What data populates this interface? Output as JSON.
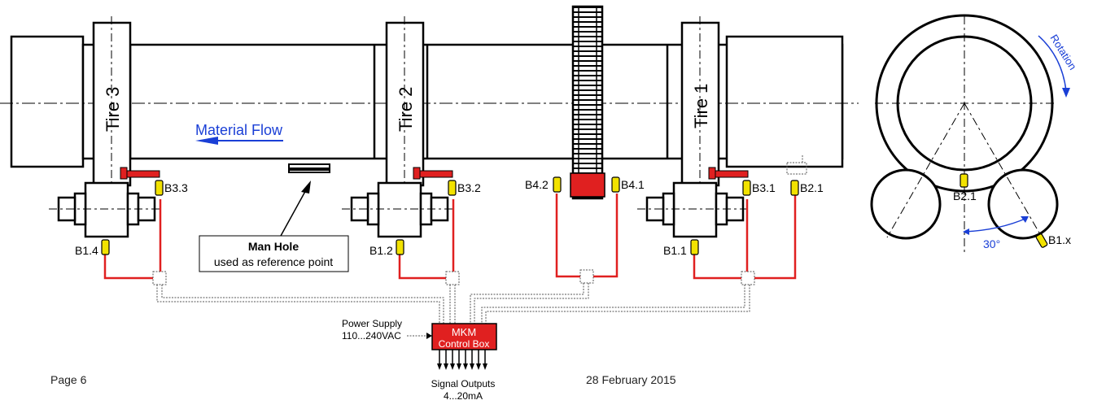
{
  "tires": {
    "tire3": "Tire 3",
    "tire2": "Tire 2",
    "tire1": "Tire 1"
  },
  "flow": {
    "label": "Material Flow",
    "arrow_color": "#1a3fd6"
  },
  "manhole": {
    "title": "Man Hole",
    "subtitle": "used as reference point"
  },
  "sensors": {
    "b33": "B3.3",
    "b32": "B3.2",
    "b31": "B3.1",
    "b21": "B2.1",
    "b42": "B4.2",
    "b41": "B4.1",
    "b14": "B1.4",
    "b12": "B1.2",
    "b11": "B1.1"
  },
  "control_box": {
    "line1": "MKM",
    "line2": "Control Box",
    "color": "#e02020"
  },
  "power": {
    "line1": "Power Supply",
    "line2": "110...240VAC"
  },
  "signal": {
    "line1": "Signal Outputs",
    "line2": "4...20mA"
  },
  "side_view": {
    "rotation": "Rotation",
    "sensor_top": "B2.1",
    "sensor_side": "B1.x",
    "angle": "30°",
    "angle_color": "#1a3fd6"
  },
  "footer": {
    "page": "Page 6",
    "date": "28 February 2015"
  },
  "colors": {
    "cable": "#e02020",
    "sensor": "#f2e200",
    "signal_line": "#555555"
  }
}
